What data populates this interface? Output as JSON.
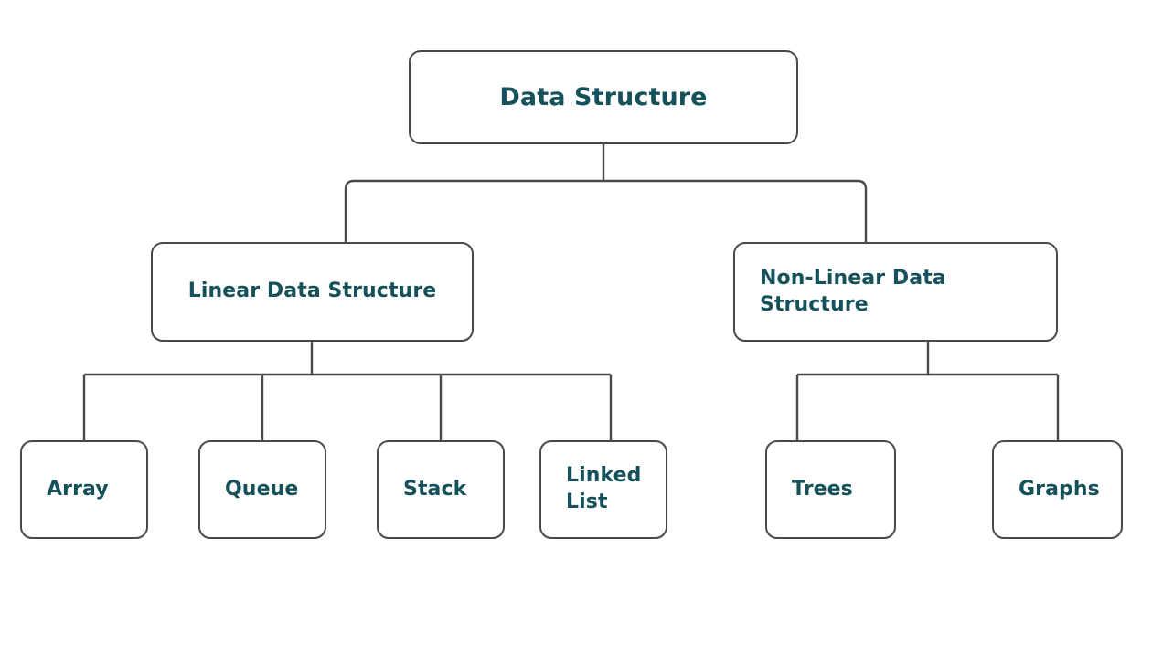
{
  "diagram": {
    "title": "Data Structure",
    "type": "hierarchy-tree",
    "background_color": "#ffffff",
    "text_color": "#15515a",
    "border_color": "#4a4a4a",
    "connector_color": "#4a4a4a",
    "nodes": {
      "root": {
        "label": "Data Structure"
      },
      "branches": [
        {
          "id": "linear",
          "label": "Linear Data Structure"
        },
        {
          "id": "non-linear",
          "label": "Non-Linear Data Structure"
        }
      ],
      "leaves": [
        {
          "id": "array",
          "label": "Array",
          "parent": "linear"
        },
        {
          "id": "queue",
          "label": "Queue",
          "parent": "linear"
        },
        {
          "id": "stack",
          "label": "Stack",
          "parent": "linear"
        },
        {
          "id": "linked-list",
          "label": "Linked List",
          "parent": "linear"
        },
        {
          "id": "trees",
          "label": "Trees",
          "parent": "non-linear"
        },
        {
          "id": "graphs",
          "label": "Graphs",
          "parent": "non-linear"
        }
      ]
    }
  }
}
